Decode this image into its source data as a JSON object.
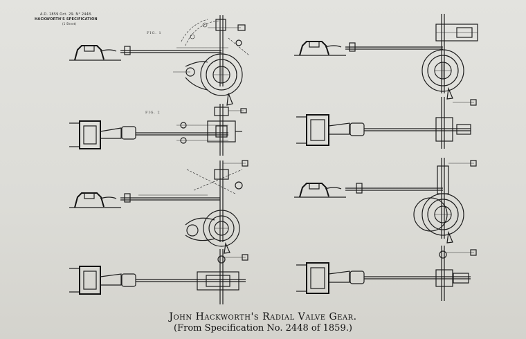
{
  "header": {
    "line1": "A.D. 1859  Oct. 29.  N° 2448.",
    "line2": "HACKWORTH'S SPECIFICATION",
    "line3": "(1 Sheet)"
  },
  "figures": {
    "fig1": "FIG. 1",
    "fig2": "FIG. 2"
  },
  "caption": {
    "title": "John Hackworth's Radial Valve Gear.",
    "subtitle": "(From Specification No. 2448 of 1859.)"
  }
}
